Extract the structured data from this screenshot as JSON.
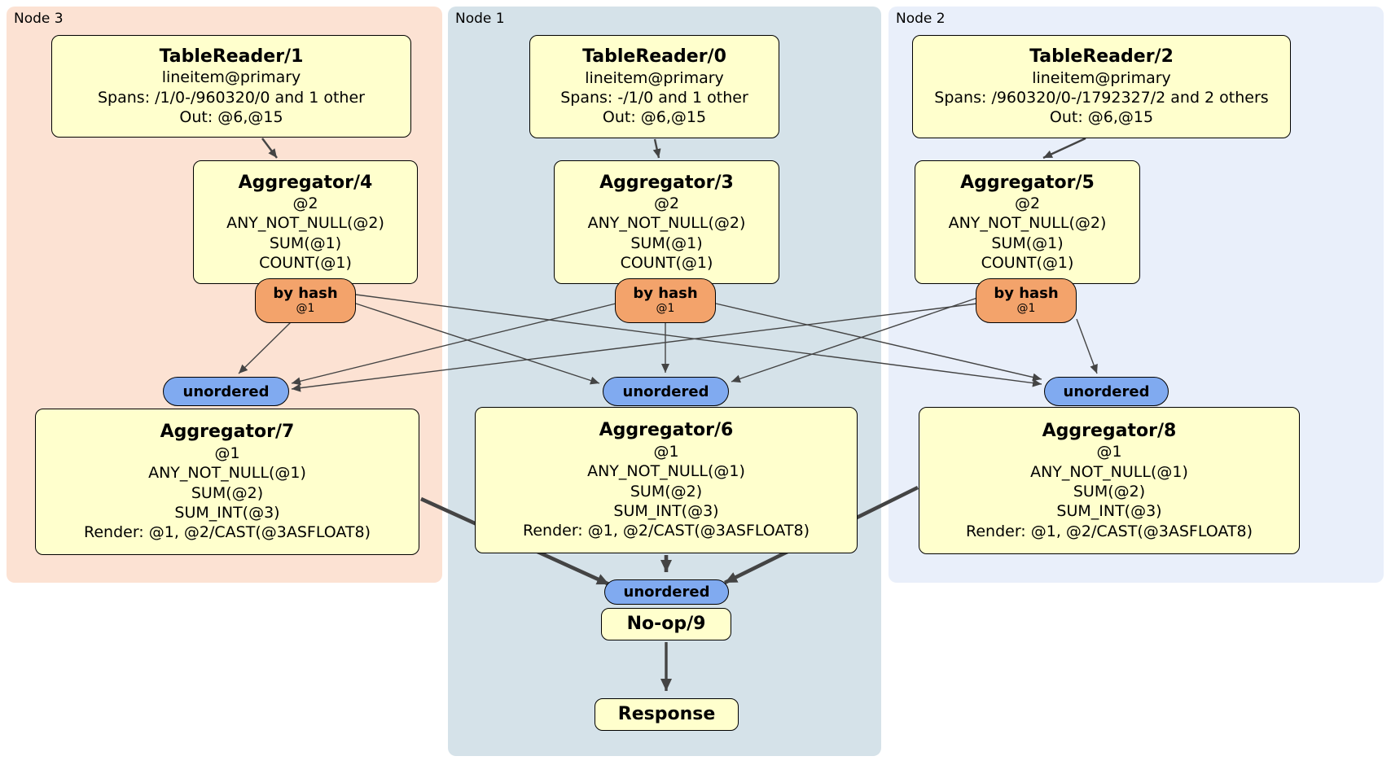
{
  "regions": [
    {
      "label": "Node 3"
    },
    {
      "label": "Node 1"
    },
    {
      "label": "Node 2"
    }
  ],
  "processors": {
    "tr1": {
      "title": "TableReader/1",
      "lines": [
        "lineitem@primary",
        "Spans: /1/0-/960320/0 and 1 other",
        "Out: @6,@15"
      ]
    },
    "tr0": {
      "title": "TableReader/0",
      "lines": [
        "lineitem@primary",
        "Spans: -/1/0 and 1 other",
        "Out: @6,@15"
      ]
    },
    "tr2": {
      "title": "TableReader/2",
      "lines": [
        "lineitem@primary",
        "Spans: /960320/0-/1792327/2 and 2 others",
        "Out: @6,@15"
      ]
    },
    "agg4": {
      "title": "Aggregator/4",
      "lines": [
        "@2",
        "ANY_NOT_NULL(@2)",
        "SUM(@1)",
        "COUNT(@1)"
      ]
    },
    "agg3": {
      "title": "Aggregator/3",
      "lines": [
        "@2",
        "ANY_NOT_NULL(@2)",
        "SUM(@1)",
        "COUNT(@1)"
      ]
    },
    "agg5": {
      "title": "Aggregator/5",
      "lines": [
        "@2",
        "ANY_NOT_NULL(@2)",
        "SUM(@1)",
        "COUNT(@1)"
      ]
    },
    "agg7": {
      "title": "Aggregator/7",
      "lines": [
        "@1",
        "ANY_NOT_NULL(@1)",
        "SUM(@2)",
        "SUM_INT(@3)",
        "Render: @1, @2/CAST(@3ASFLOAT8)"
      ]
    },
    "agg6": {
      "title": "Aggregator/6",
      "lines": [
        "@1",
        "ANY_NOT_NULL(@1)",
        "SUM(@2)",
        "SUM_INT(@3)",
        "Render: @1, @2/CAST(@3ASFLOAT8)"
      ]
    },
    "agg8": {
      "title": "Aggregator/8",
      "lines": [
        "@1",
        "ANY_NOT_NULL(@1)",
        "SUM(@2)",
        "SUM_INT(@3)",
        "Render: @1, @2/CAST(@3ASFLOAT8)"
      ]
    },
    "noop9": {
      "title": "No-op/9"
    },
    "response": {
      "title": "Response"
    }
  },
  "routers": {
    "hash_label": "by hash",
    "hash_stream": "@1",
    "unordered_label": "unordered"
  },
  "colors": {
    "node3_bg": "#fce2d3",
    "node1_bg": "#d5e2e9",
    "node2_bg": "#e9effa",
    "box_fill": "#ffffcd",
    "box_border": "#000000",
    "hash_fill": "#f3a36b",
    "sync_fill": "#80aaf0",
    "edge": "#444444"
  }
}
